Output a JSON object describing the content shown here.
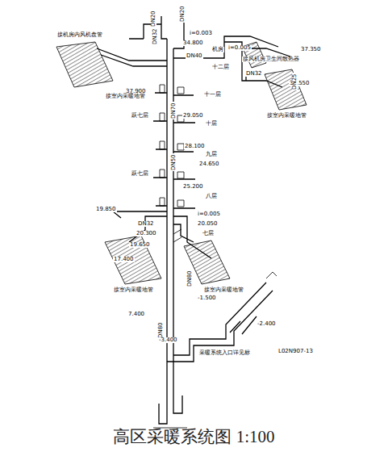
{
  "diagram": {
    "title": "高区采暖系统图 1:100",
    "labels": [
      "DN20",
      "i=0.003",
      "34.800",
      "DN40",
      "DN32",
      "37.900",
      "机房",
      "十二层",
      "接机房内风机盘管",
      "接室内采暖地管",
      "i=0.005",
      "37.350",
      "34.550",
      "接风机房卫生间散热器",
      "接室内采暖地管",
      "DN32",
      "DN25",
      "十一层",
      "29.050",
      "十层",
      "28.100",
      "24.650",
      "九层",
      "25.200",
      "八层",
      "跃七层",
      "跃七层",
      "DN70",
      "DN50",
      "19.850",
      "DN32",
      "i=0.005",
      "20.050",
      "20.300",
      "19.650",
      "七层",
      "17.400",
      "接室内采暖地管",
      "接室内采暖地管",
      "DN80",
      "DN80",
      "7.400",
      "-1.500",
      "-2.400",
      "-3.400",
      "采暖系统入口详见标",
      "L02N907-13",
      "DN20"
    ]
  }
}
